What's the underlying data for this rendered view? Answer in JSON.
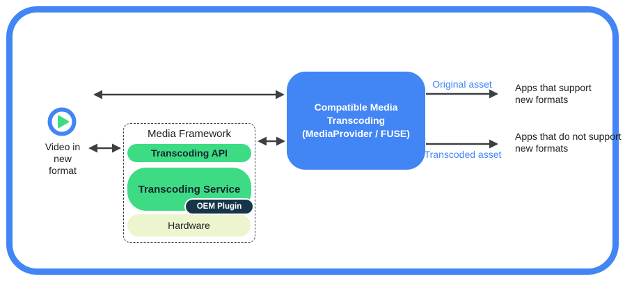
{
  "canvas": {
    "border_color": "#4285f4",
    "background": "#ffffff"
  },
  "colors": {
    "accent_blue": "#4285f4",
    "android_green": "#3ddc84",
    "oem_navy": "#173549",
    "hardware_pale": "#edf5ce",
    "arrow_gray": "#3c4043"
  },
  "source": {
    "icon": "play-icon",
    "label": "Video in new format"
  },
  "media_framework": {
    "title": "Media Framework",
    "blocks": [
      {
        "label": "Transcoding API"
      },
      {
        "label": "Transcoding Service",
        "badge": "OEM Plugin"
      },
      {
        "label": "Hardware"
      }
    ]
  },
  "transcoder": {
    "lines": [
      "Compatible Media",
      "Transcoding",
      "(MediaProvider / FUSE)"
    ]
  },
  "outputs": [
    {
      "asset_label": "Original asset",
      "target": "Apps that support new formats"
    },
    {
      "asset_label": "Transcoded asset",
      "target": "Apps that do not support new formats"
    }
  ]
}
